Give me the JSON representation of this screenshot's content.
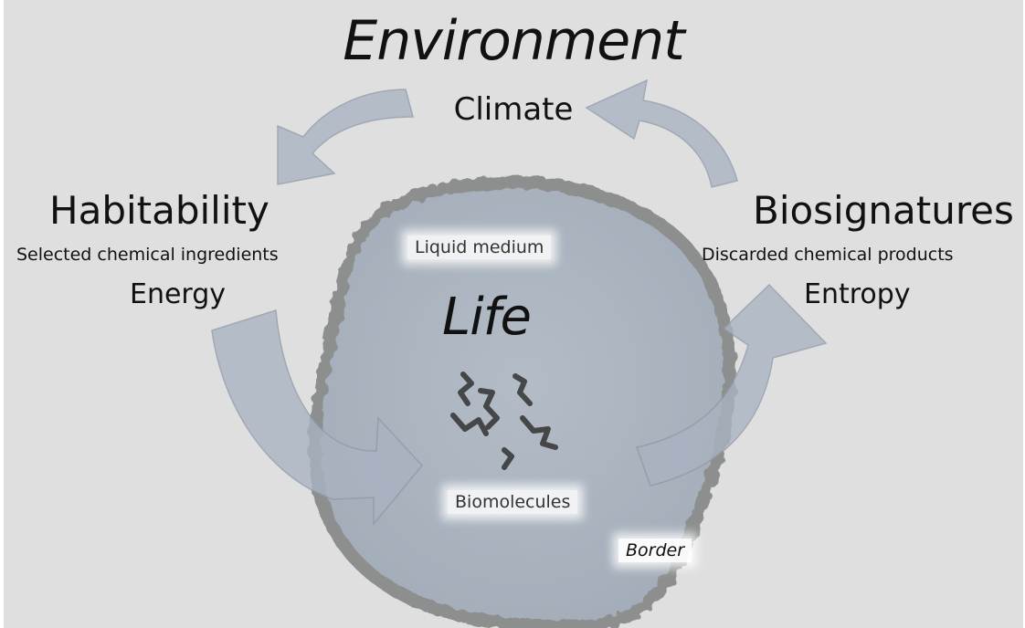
{
  "diagram": {
    "title": "Environment",
    "climate": "Climate",
    "habitability": {
      "heading": "Habitability",
      "subtitle": "Selected chemical ingredients",
      "line": "Energy"
    },
    "biosignatures": {
      "heading": "Biosignatures",
      "subtitle": "Discarded chemical products",
      "line": "Entropy"
    },
    "life": "Life",
    "labels": {
      "liquid_medium": "Liquid medium",
      "biomolecules": "Biomolecules",
      "border": "Border"
    }
  },
  "colors": {
    "background": "#dfdfdf",
    "cell_fill": "#a8b1bc",
    "cell_border": "#8d8f8f",
    "arrow_fill": "#a9b3c1",
    "molecule": "#333333"
  }
}
